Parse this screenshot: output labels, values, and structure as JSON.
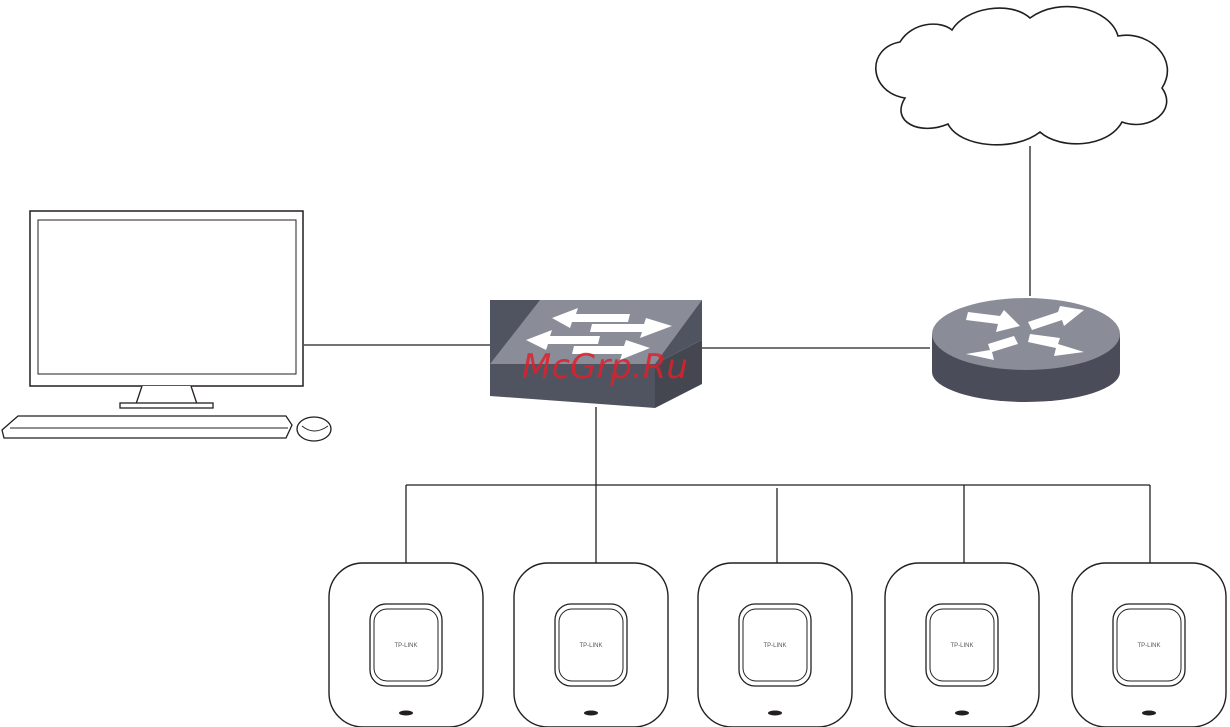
{
  "watermark": "McGrp.Ru",
  "access_points": [
    {
      "brand": "TP-LINK"
    },
    {
      "brand": "TP-LINK"
    },
    {
      "brand": "TP-LINK"
    },
    {
      "brand": "TP-LINK"
    },
    {
      "brand": "TP-LINK"
    }
  ],
  "colors": {
    "line": "#231f20",
    "device_dark": "#505461",
    "device_top": "#8a8d97",
    "arrow": "#ffffff",
    "watermark": "#e0202b"
  }
}
